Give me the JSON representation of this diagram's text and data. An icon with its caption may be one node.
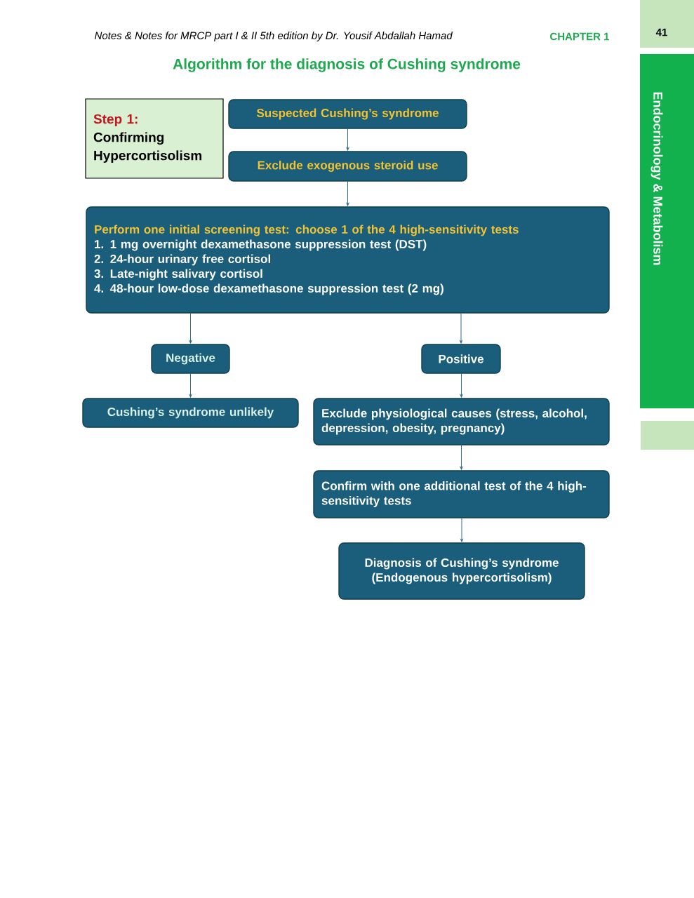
{
  "diagram": {
    "title": "Algorithm for the diagnosis of Cushing syndrome",
    "nodes": [
      {
        "text": [
          "Step 1:",
          "Confirming Hypercortisolism"
        ]
      },
      {
        "text": [
          "Suspected Cushing’s syndrome"
        ]
      },
      {
        "text": [
          "Exclude exogenous steroid use"
        ]
      },
      {
        "text": [
          "Perform one initial screening test: choose 1 of the 4 high-sensitivity tests",
          "1. 1 mg overnight dexamethasone suppression test (DST)",
          "2. 24-hour urinary free cortisol",
          "3. Late-night salivary cortisol",
          "4. 48-hour low-dose dexamethasone suppression test (2 mg)"
        ]
      },
      {
        "text": [
          "Negative"
        ]
      },
      {
        "text": [
          "Positive"
        ]
      },
      {
        "text": [
          "Cushing’s syndrome unlikely"
        ]
      },
      {
        "text": [
          "Exclude physiological causes (stress, alcohol, depression, obesity, pregnancy)"
        ]
      },
      {
        "text": [
          "Confirm with one additional test of the 4 high-sensitivity tests"
        ]
      },
      {
        "text": [
          "Diagnosis of Cushing’s syndrome (Endogenous hypercortisolism)"
        ]
      }
    ],
    "edges": [
      {
        "from": 1,
        "to": 2,
        "arrow": "to"
      },
      {
        "from": 2,
        "to": 3,
        "arrow": "to"
      },
      {
        "from": 3,
        "to": 4,
        "arrow": "to"
      },
      {
        "from": 3,
        "to": 5,
        "arrow": "to"
      },
      {
        "from": 4,
        "to": 6,
        "arrow": "to"
      },
      {
        "from": 5,
        "to": 7,
        "arrow": "to"
      },
      {
        "from": 7,
        "to": 8,
        "arrow": "to"
      },
      {
        "from": 8,
        "to": 9,
        "arrow": "to"
      }
    ],
    "labels": [
      "Notes & Notes for MRCP part I & II  5th edition by Dr. Yousif Abdallah Hamad",
      "CHAPTER 1",
      "41",
      "Endocrinology & Metabolism"
    ]
  }
}
